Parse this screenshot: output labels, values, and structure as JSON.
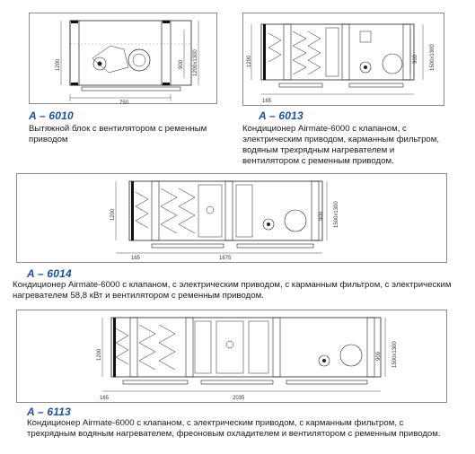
{
  "units": [
    {
      "code": "A – 6010",
      "description": "Вытяжной блок с вентилятором с ременным приводом",
      "dims": {
        "width": "750",
        "height": "1200",
        "height_inner": "900",
        "width_inner": "1200x1300"
      }
    },
    {
      "code": "A – 6013",
      "description": "Кондиционер Airmate-6000 с клапаном, с электрическим приводом, карманным фильтром, водяным трехрядным нагревателем и вентилятором с ременным приводом.",
      "dims": {
        "left": "165",
        "height": "1200",
        "height_inner": "900",
        "right": "1500x1300"
      }
    },
    {
      "code": "A – 6014",
      "description": "Кондиционер Airmate-6000 с клапаном, с электрическим приводом, с карманным фильтром, с электрическим нагревателем 58,8 кВт и вентилятором с ременным приводом.",
      "dims": {
        "left": "165",
        "length": "1675",
        "height": "1200",
        "height_inner": "900",
        "right": "1500x1300"
      }
    },
    {
      "code": "A – 6113",
      "description": "Кондиционер Airmate-6000 с клапаном, с электрическим приводом, с карманным фильтром, с трехрядным водяным нагревателем, фреоновым охладителем и вентилятором с ременным приводом.",
      "dims": {
        "left": "165",
        "length": "2035",
        "height": "1200",
        "height_inner": "900",
        "right": "1500x1300"
      }
    }
  ]
}
